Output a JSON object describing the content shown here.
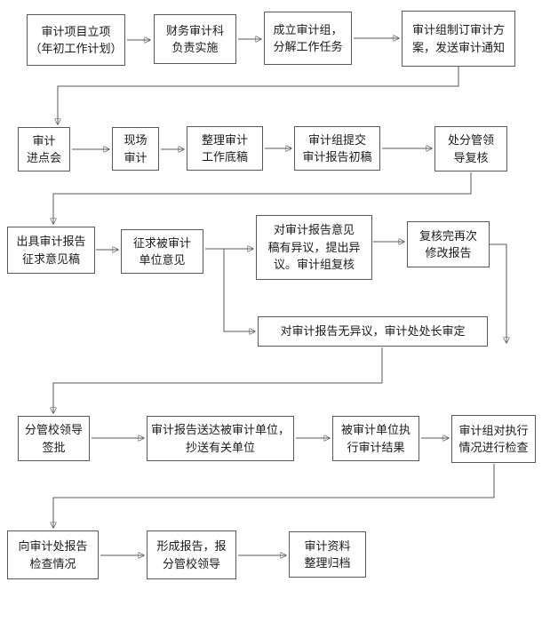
{
  "flowchart": {
    "colors": {
      "background": "#ffffff",
      "box_border": "#595959",
      "line": "#595959",
      "text": "#1a1a1a"
    },
    "boxes": [
      {
        "id": "project-initiation",
        "label": "审计项目立项\n（年初工作计划）"
      },
      {
        "id": "finance-audit-dept",
        "label": "财务审计科\n负责实施"
      },
      {
        "id": "form-audit-team",
        "label": "成立审计组，\n分解工作任务"
      },
      {
        "id": "audit-plan-notice",
        "label": "审计组制订审计方\n案，发送审计通知"
      },
      {
        "id": "entry-meeting",
        "label": "审计\n进点会"
      },
      {
        "id": "onsite-audit",
        "label": "现场\n审计"
      },
      {
        "id": "working-papers",
        "label": "整理审计\n工作底稿"
      },
      {
        "id": "draft-report",
        "label": "审计组提交\n审计报告初稿"
      },
      {
        "id": "division-leader-review",
        "label": "处分管领\n导复核"
      },
      {
        "id": "opinion-draft-report",
        "label": "出具审计报告\n征求意见稿"
      },
      {
        "id": "solicit-opinions",
        "label": "征求被审计\n单位意见"
      },
      {
        "id": "objection-review",
        "label": "对审计报告意见\n稿有异议，提出异\n议。审计组复核"
      },
      {
        "id": "revise-report",
        "label": "复核完再次\n修改报告"
      },
      {
        "id": "no-objection-approval",
        "label": "对审计报告无异议，审计处处长审定"
      },
      {
        "id": "school-leader-approval",
        "label": "分管校领导\n签批"
      },
      {
        "id": "deliver-report",
        "label": "审计报告送达被审计单位，\n抄送有关单位"
      },
      {
        "id": "implement-results",
        "label": "被审计单位执\n行审计结果"
      },
      {
        "id": "implementation-check",
        "label": "审计组对执行\n情况进行检查"
      },
      {
        "id": "report-check-status",
        "label": "向审计处报告\n检查情况"
      },
      {
        "id": "report-to-leader",
        "label": "形成报告，报\n分管校领导"
      },
      {
        "id": "archive-materials",
        "label": "审计资料\n整理归档"
      }
    ]
  }
}
